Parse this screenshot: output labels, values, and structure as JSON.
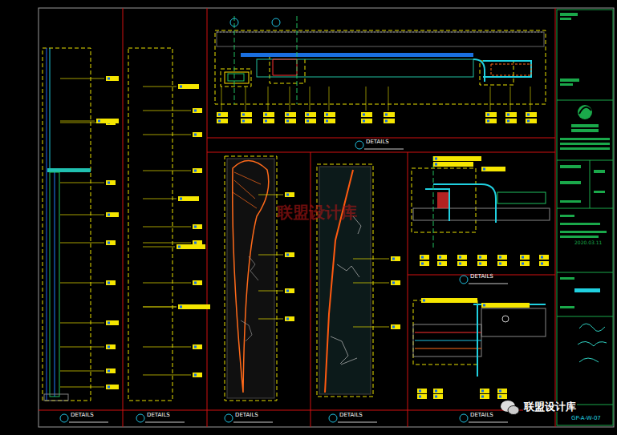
{
  "diagram": {
    "labels": [
      "DETAILS",
      "DETAILS",
      "DETAILS",
      "DETAILS",
      "DETAILS",
      "DETAILS",
      "DETAILS",
      "2020.03.11",
      "GP-A-W-07",
      "联盟设计库",
      "联盟设计库"
    ]
  }
}
